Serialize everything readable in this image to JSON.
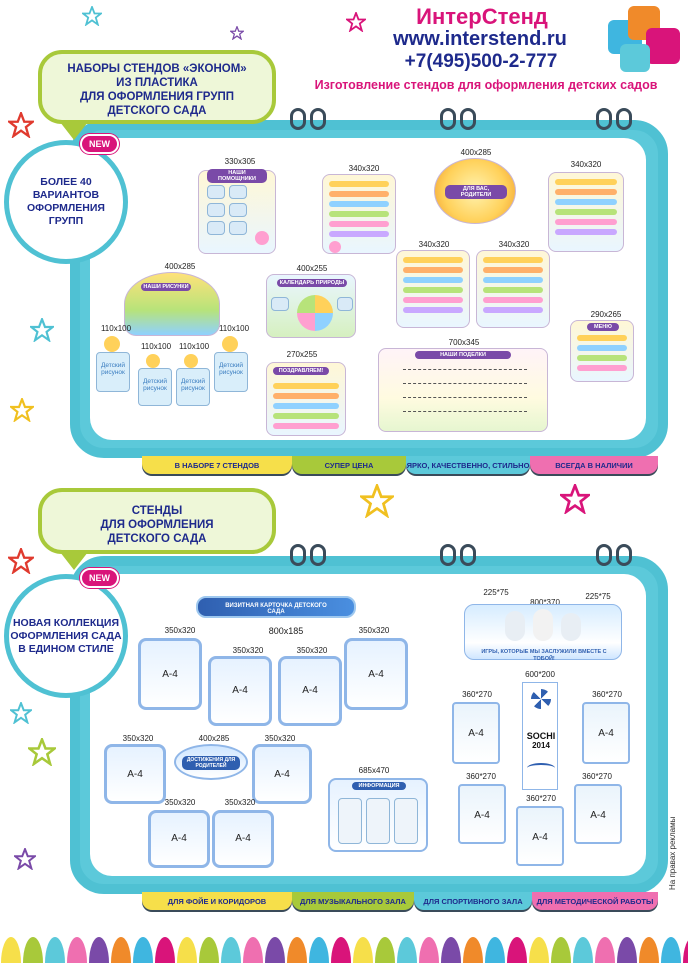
{
  "header": {
    "brand": "ИнтерСтенд",
    "site": "www.interstend.ru",
    "phone": "+7(495)500-2-777",
    "tagline": "Изготовление стендов для оформления детских садов"
  },
  "section1": {
    "title_lines": [
      "НАБОРЫ СТЕНДОВ «ЭКОНОМ»",
      "ИЗ ПЛАСТИКА",
      "ДЛЯ ОФОРМЛЕНИЯ ГРУПП",
      "ДЕТСКОГО САДА"
    ],
    "new_badge": "NEW",
    "callout_lines": [
      "БОЛЕЕ 40",
      "ВАРИАНТОВ",
      "ОФОРМЛЕНИЯ ГРУПП"
    ],
    "stands": [
      {
        "size": "330x305",
        "label": "НАШИ ПОМОЩНИКИ"
      },
      {
        "size": "340x320"
      },
      {
        "size": "400x285",
        "label": "ДЛЯ ВАС, РОДИТЕЛИ"
      },
      {
        "size": "340x320"
      },
      {
        "size": "340x320"
      },
      {
        "size": "340x320"
      },
      {
        "size": "400x285",
        "label": "НАШИ РИСУНКИ"
      },
      {
        "size": "400x255",
        "label": "КАЛЕНДАРЬ ПРИРОДЫ"
      },
      {
        "size": "290x265",
        "label": "МЕНЮ"
      },
      {
        "size": "110x100"
      },
      {
        "size": "110x100"
      },
      {
        "size": "110x100"
      },
      {
        "size": "110x100"
      },
      {
        "size": "270x255",
        "label": "ПОЗДРАВЛЯЕМ!"
      },
      {
        "size": "700x345",
        "label": "НАШИ ПОДЕЛКИ"
      }
    ],
    "pocket_caption": "Детский рисунок",
    "tabs": [
      "В НАБОРЕ 7 СТЕНДОВ",
      "СУПЕР ЦЕНА",
      "ЯРКО, КАЧЕСТВЕННО, СТИЛЬНО",
      "ВСЕГДА В НАЛИЧИИ"
    ]
  },
  "section2": {
    "title_lines": [
      "СТЕНДЫ",
      "ДЛЯ ОФОРМЛЕНИЯ",
      "ДЕТСКОГО САДА"
    ],
    "new_badge": "NEW",
    "callout_lines": [
      "НОВАЯ КОЛЛЕКЦИЯ",
      "ОФОРМЛЕНИЯ САДА",
      "В ЕДИНОМ СТИЛЕ"
    ],
    "banner": {
      "size": "800x185",
      "label": "ВИЗИТНАЯ КАРТОЧКА ДЕТСКОГО САДА"
    },
    "stands_left": [
      {
        "size": "350x320",
        "text": "А-4"
      },
      {
        "size": "350x320",
        "text": "А-4"
      },
      {
        "size": "350x320",
        "text": "А-4"
      },
      {
        "size": "350x320",
        "text": "А-4"
      },
      {
        "size": "350x320",
        "text": "А-4"
      },
      {
        "size": "350x320",
        "text": "А-4"
      },
      {
        "size": "350x320",
        "text": "А-4"
      },
      {
        "size": "350x320",
        "text": "А-4"
      },
      {
        "size": "400x285",
        "label": "ДОСТИЖЕНИЯ ДЛЯ РОДИТЕЛЕЙ"
      }
    ],
    "info": {
      "size": "685x470",
      "label": "ИНФОРМАЦИЯ"
    },
    "olympic": {
      "sizes": [
        "225*75",
        "800*370",
        "225*75"
      ],
      "slogan": "ИГРЫ, КОТОРЫЕ МЫ ЗАСЛУЖИЛИ ВМЕСТЕ С ТОБОЙ!",
      "tower_size": "600*200",
      "sochi": "SOCHI",
      "year": "2014",
      "pockets": [
        {
          "size": "360*270",
          "text": "А-4"
        },
        {
          "size": "360*270",
          "text": "А-4"
        },
        {
          "size": "360*270",
          "text": "А-4"
        },
        {
          "size": "360*270",
          "text": "А-4"
        },
        {
          "size": "360*270",
          "text": "А-4"
        }
      ]
    },
    "tabs": [
      "ДЛЯ ФОЙЕ И КОРИДОРОВ",
      "ДЛЯ МУЗЫКАЛЬНОГО ЗАЛА",
      "ДЛЯ СПОРТИВНОГО ЗАЛА",
      "ДЛЯ МЕТОДИЧЕСКОЙ РАБОТЫ"
    ]
  },
  "footer": {
    "ad_note": "На правах рекламы"
  },
  "colors": {
    "pink": "#d9147a",
    "navy": "#1e2a8c",
    "teal": "#4fc1d3",
    "green": "#a8c93a"
  }
}
